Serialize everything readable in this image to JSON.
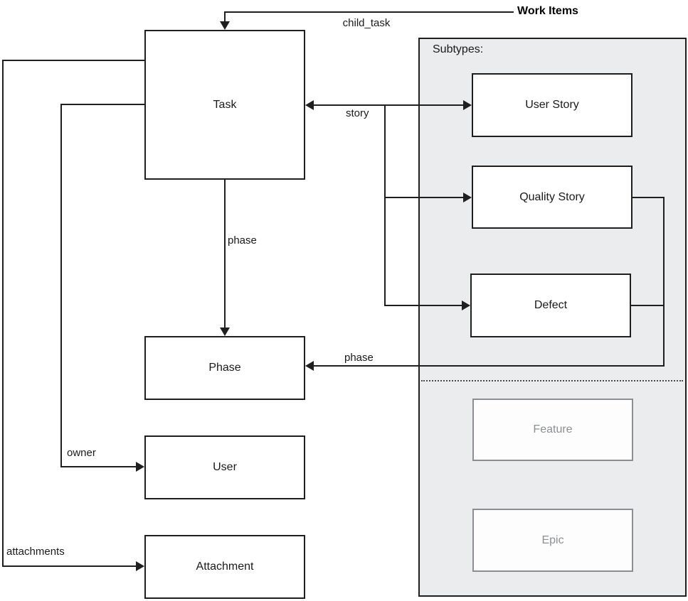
{
  "title": "Work Items",
  "subtypes_panel": {
    "title": "Subtypes:"
  },
  "nodes": {
    "task": "Task",
    "phase": "Phase",
    "user": "User",
    "attachment": "Attachment",
    "user_story": "User Story",
    "quality_story": "Quality Story",
    "defect": "Defect",
    "feature": "Feature",
    "epic": "Epic"
  },
  "edges": {
    "child_task": "child_task",
    "story": "story",
    "task_phase": "phase",
    "subtypes_phase": "phase",
    "owner": "owner",
    "attachments": "attachments"
  },
  "colors": {
    "line": "#1f1f1f",
    "panel_fill": "#ebeced",
    "disabled_gray": "#8c9093",
    "box_fill": "#ffffff"
  }
}
